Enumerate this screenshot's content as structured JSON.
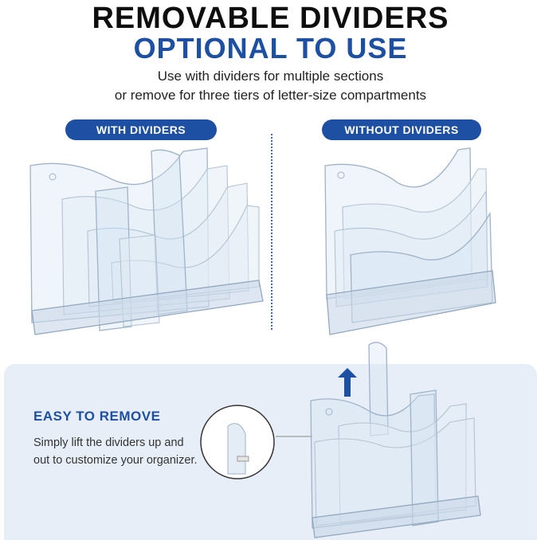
{
  "header": {
    "title_line1": "REMOVABLE DIVIDERS",
    "title_line2": "OPTIONAL TO USE",
    "subtitle_line1": "Use with dividers for multiple sections",
    "subtitle_line2": "or remove for three tiers of letter-size compartments"
  },
  "labels": {
    "with_dividers": "WITH DIVIDERS",
    "without_dividers": "WITHOUT DIVIDERS"
  },
  "panel": {
    "title": "EASY TO REMOVE",
    "text": "Simply lift the dividers up and out to customize your organizer."
  },
  "colors": {
    "accent": "#1d4fa3",
    "panel_bg": "#e8eef8",
    "title": "#0e0e0e"
  },
  "icons": {
    "arrow": "arrow-up-icon",
    "zoom": "magnifier-circle"
  }
}
